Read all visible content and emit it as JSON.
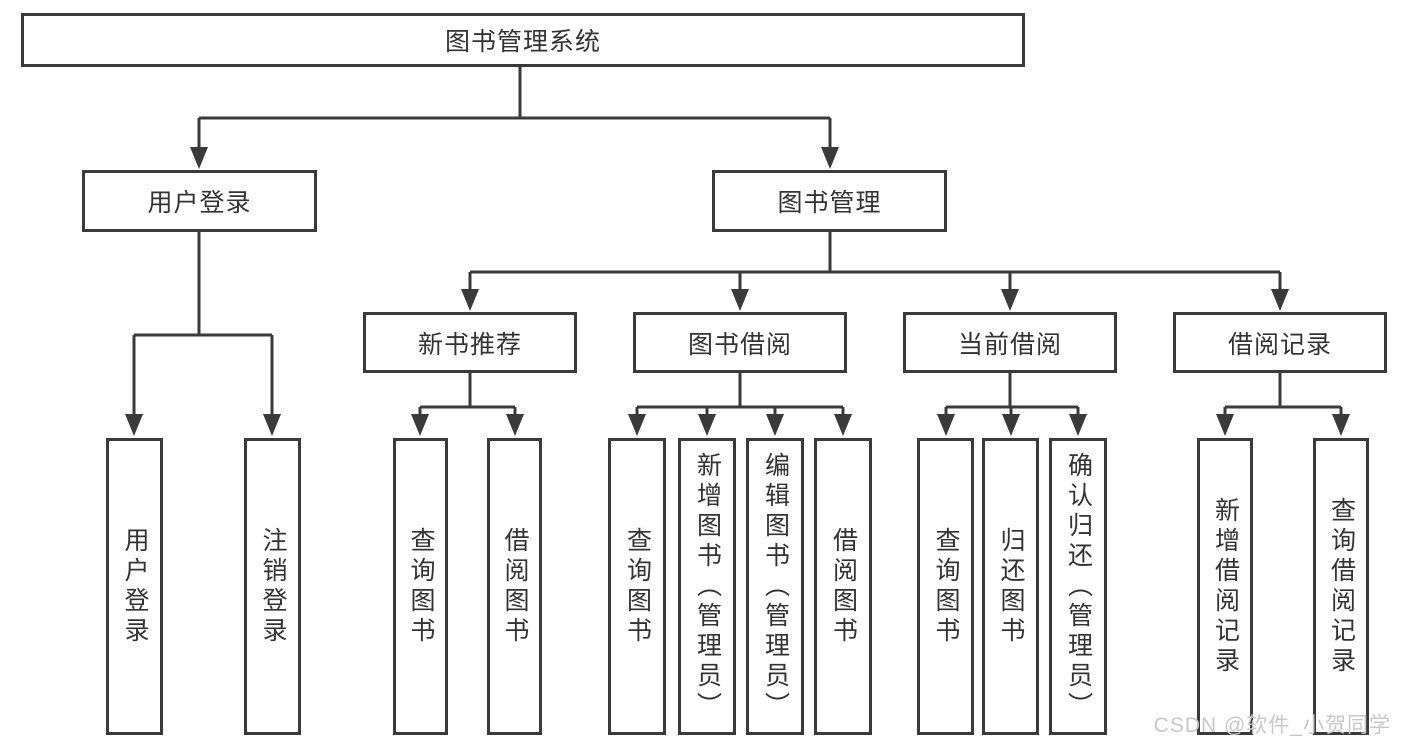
{
  "diagram": {
    "type": "hierarchy",
    "colors": {
      "line": "#3a3a3a",
      "box_border": "#3a3a3a",
      "text": "#333333",
      "background": "#ffffff",
      "watermark_text": "#c8c8c8"
    },
    "tree": {
      "label": "图书管理系统",
      "children": [
        {
          "label": "用户登录",
          "children": [
            {
              "label": "用户登录"
            },
            {
              "label": "注销登录"
            }
          ]
        },
        {
          "label": "图书管理",
          "children": [
            {
              "label": "新书推荐",
              "children": [
                {
                  "label": "查询图书"
                },
                {
                  "label": "借阅图书"
                }
              ]
            },
            {
              "label": "图书借阅",
              "children": [
                {
                  "label": "查询图书"
                },
                {
                  "label": "新增图书（管理员）"
                },
                {
                  "label": "编辑图书（管理员）"
                },
                {
                  "label": "借阅图书"
                }
              ]
            },
            {
              "label": "当前借阅",
              "children": [
                {
                  "label": "查询图书"
                },
                {
                  "label": "归还图书"
                },
                {
                  "label": "确认归还（管理员）"
                }
              ]
            },
            {
              "label": "借阅记录",
              "children": [
                {
                  "label": "新增借阅记录"
                },
                {
                  "label": "查询借阅记录"
                }
              ]
            }
          ]
        }
      ]
    },
    "watermark": {
      "text": "CSDN @软件_小贺同学"
    }
  }
}
